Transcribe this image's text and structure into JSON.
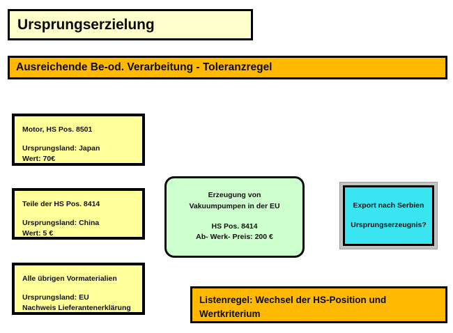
{
  "slide": {
    "title": "Ursprungserzielung",
    "banner": "Ausreichende Be-od. Verarbeitung - Toleranzregel",
    "colors": {
      "title_bg": "#FFFFCC",
      "banner_bg": "#FFB900",
      "material_bg": "#FFFF99",
      "production_bg": "#CCFFCC",
      "export_bg": "#3AE4F0",
      "export_frame": "#C3C3C3",
      "rule_bg": "#FFB900",
      "border": "#000000",
      "page_bg": "#FFFFFF"
    }
  },
  "materials": [
    {
      "heading": "Motor, HS Pos. 8501",
      "origin": "Ursprungsland: Japan",
      "value": "Wert: 70€"
    },
    {
      "heading": "Teile der HS Pos. 8414",
      "origin": "Ursprungsland: China",
      "value": "Wert: 5 €"
    },
    {
      "heading": "Alle übrigen Vormaterialien",
      "origin": "Ursprungsland: EU",
      "value": "Nachweis Lieferantenerklärung"
    }
  ],
  "production": {
    "line1": "Erzeugung von",
    "line2": "Vakuumpumpen in der EU",
    "line3": "HS Pos. 8414",
    "line4": "Ab- Werk- Preis: 200 €"
  },
  "export": {
    "line1": "Export nach Serbien",
    "line2": "Ursprungserzeugnis?"
  },
  "rule": {
    "line1": "Listenregel: Wechsel der HS-Position und",
    "line2": "Wertkriterium"
  }
}
